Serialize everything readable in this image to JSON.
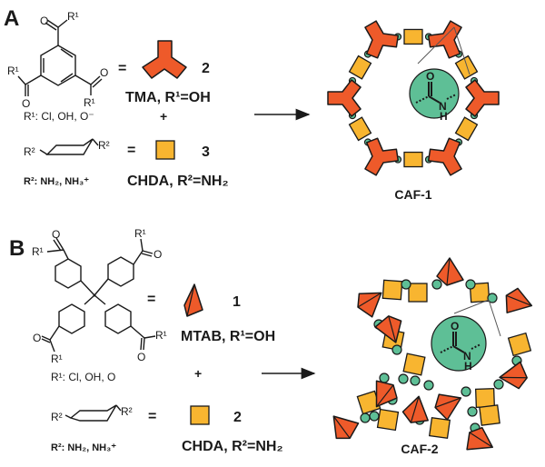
{
  "panel_a": {
    "label": "A",
    "linker": {
      "r1_label": "R¹",
      "r1_options": "R¹: Cl, OH, O⁻",
      "equals": "=",
      "shape": "trigonal-node",
      "count": "2",
      "name": "TMA, R¹=OH"
    },
    "plus": "+",
    "amine": {
      "r2_label": "R²",
      "r2_options": "R²: NH₂, NH₃⁺",
      "equals": "=",
      "shape": "square-node",
      "count": "3",
      "name": "CHDA, R²=NH₂"
    },
    "product": "CAF-1"
  },
  "panel_b": {
    "label": "B",
    "linker": {
      "r1_label": "R¹",
      "r1_options": "R¹: Cl, OH, O",
      "equals": "=",
      "shape": "tetrahedral-node",
      "count": "1",
      "name": "MTAB, R¹=OH"
    },
    "plus": "+",
    "amine": {
      "r2_label": "R²",
      "r2_options": "R²: NH₂, NH₃⁺",
      "equals": "=",
      "shape": "square-node",
      "count": "2",
      "name": "CHDA, R²=NH₂"
    },
    "product": "CAF-2"
  },
  "amide_inset": {
    "o": "O",
    "n": "N",
    "h": "H"
  },
  "colors": {
    "node_orange": "#ee5a2a",
    "linker_yellow": "#f8b530",
    "amide_green": "#5ebf96"
  }
}
